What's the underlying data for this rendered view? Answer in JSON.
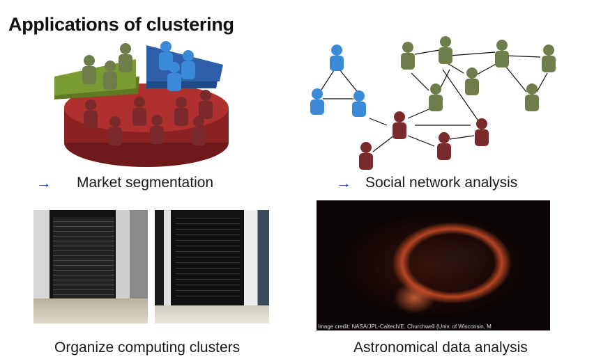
{
  "slide": {
    "title": "Applications of clustering"
  },
  "captions": {
    "market": "Market segmentation",
    "social": "Social network analysis",
    "computing": "Organize computing clusters",
    "astro": "Astronomical data analysis"
  },
  "image_credit": "Image credit: NASA/JPL-Caltech/E. Churchwell (Univ. of Wisconsin, M",
  "arrow_glyph": "→",
  "colors": {
    "arrow": "#2a3fd6",
    "pie_red": "#b03030",
    "pie_green": "#7a9a32",
    "pie_blue": "#2e5fa8",
    "person_blue": "#3a8ad8",
    "person_green": "#6f7d4a",
    "person_red": "#7a2a2a"
  }
}
